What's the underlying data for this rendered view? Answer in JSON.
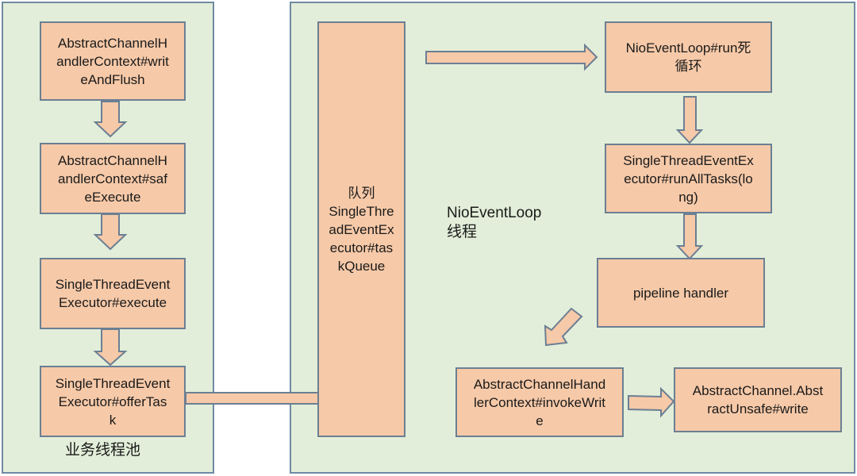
{
  "panels": {
    "business_pool": {
      "label": "业务线程池"
    },
    "event_loop": {
      "label_line1": "NioEventLoop",
      "label_line2": "线程"
    }
  },
  "nodes": {
    "write_and_flush": [
      "AbstractChannelH",
      "andlerContext#writ",
      "eAndFlush"
    ],
    "safe_execute": [
      "AbstractChannelH",
      "andlerContext#saf",
      "eExecute"
    ],
    "execute": [
      "SingleThreadEvent",
      "Executor#execute"
    ],
    "offer_task": [
      "SingleThreadEvent",
      "Executor#offerTas",
      "k"
    ],
    "task_queue": [
      "队列",
      "SingleThre",
      "adEventEx",
      "ecutor#tas",
      "kQueue"
    ],
    "run_loop": [
      "NioEventLoop#run死",
      "循环"
    ],
    "run_all_tasks": [
      "SingleThreadEventEx",
      "ecutor#runAllTasks(lo",
      "ng)"
    ],
    "pipeline_handler": [
      "pipeline handler"
    ],
    "invoke_write": [
      "AbstractChannelHand",
      "lerContext#invokeWrit",
      "e"
    ],
    "unsafe_write": [
      "AbstractChannel.Abst",
      "ractUnsafe#write"
    ]
  },
  "colors": {
    "panel_fill": "#e2eed9",
    "panel_border": "#6f8aa3",
    "node_fill": "#f6c9a8",
    "node_border": "#6b7f93"
  }
}
